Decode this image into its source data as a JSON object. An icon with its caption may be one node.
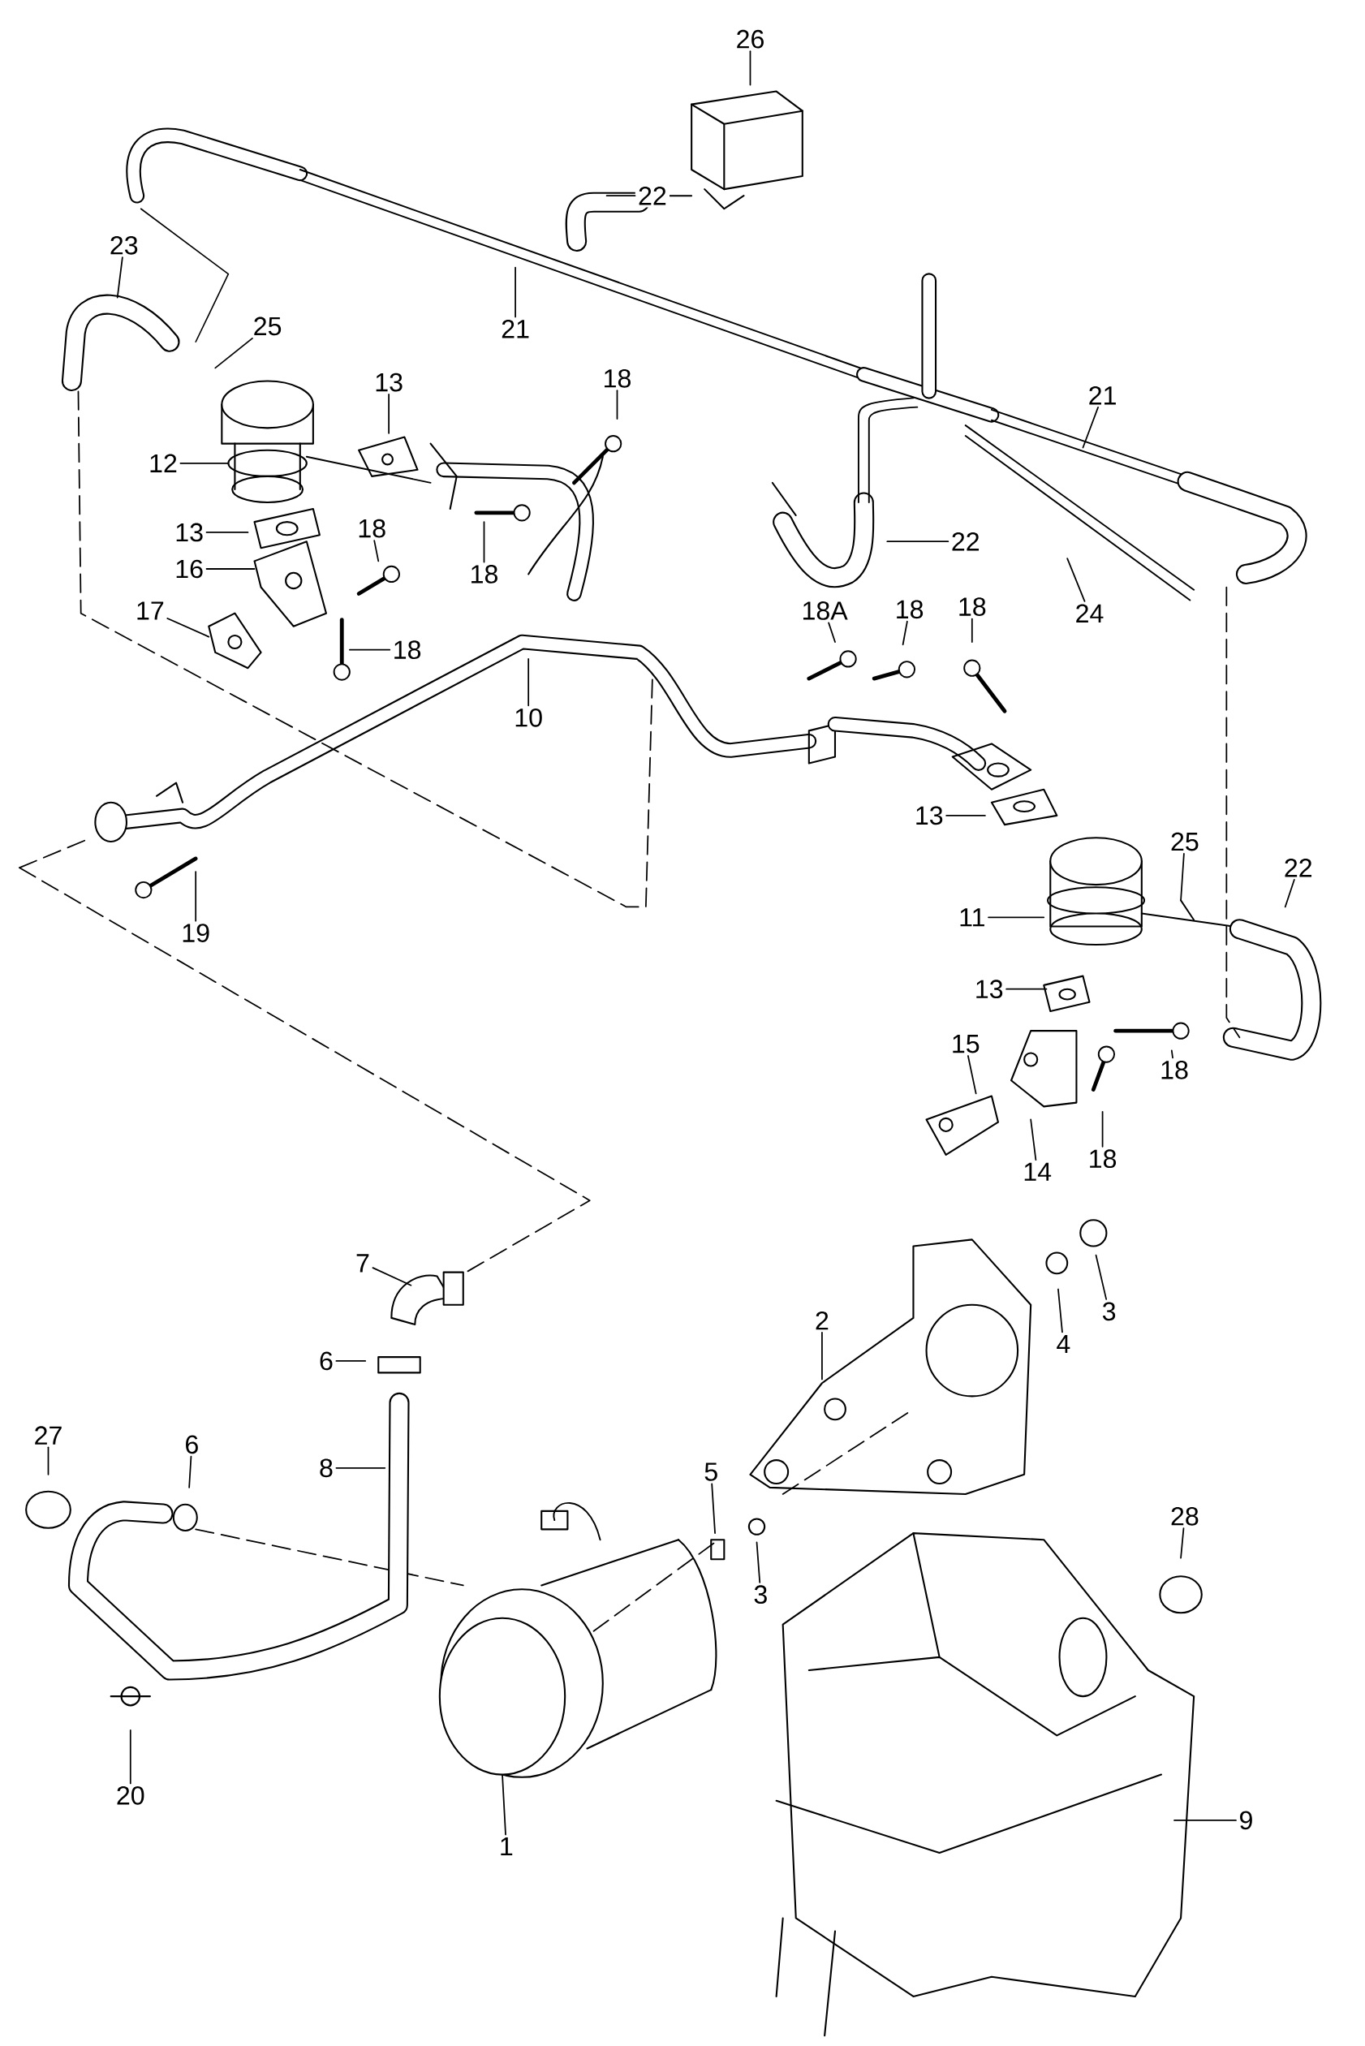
{
  "diagram": {
    "nodes": [
      {
        "text": [
          "26"
        ]
      },
      {
        "text": [
          "22"
        ]
      },
      {
        "text": [
          "23"
        ]
      },
      {
        "text": [
          "25"
        ]
      },
      {
        "text": [
          "21"
        ]
      },
      {
        "text": [
          "13"
        ]
      },
      {
        "text": [
          "18"
        ]
      },
      {
        "text": [
          "12"
        ]
      },
      {
        "text": [
          "21"
        ]
      },
      {
        "text": [
          "13"
        ]
      },
      {
        "text": [
          "18"
        ]
      },
      {
        "text": [
          "18"
        ]
      },
      {
        "text": [
          "22"
        ]
      },
      {
        "text": [
          "16"
        ]
      },
      {
        "text": [
          "24"
        ]
      },
      {
        "text": [
          "17"
        ]
      },
      {
        "text": [
          "18"
        ]
      },
      {
        "text": [
          "18A"
        ]
      },
      {
        "text": [
          "18"
        ]
      },
      {
        "text": [
          "18"
        ]
      },
      {
        "text": [
          "10"
        ]
      },
      {
        "text": [
          "13"
        ]
      },
      {
        "text": [
          "25"
        ]
      },
      {
        "text": [
          "22"
        ]
      },
      {
        "text": [
          "11"
        ]
      },
      {
        "text": [
          "19"
        ]
      },
      {
        "text": [
          "13"
        ]
      },
      {
        "text": [
          "18"
        ]
      },
      {
        "text": [
          "15"
        ]
      },
      {
        "text": [
          "14"
        ]
      },
      {
        "text": [
          "18"
        ]
      },
      {
        "text": [
          "7"
        ]
      },
      {
        "text": [
          "3"
        ]
      },
      {
        "text": [
          "4"
        ]
      },
      {
        "text": [
          "2"
        ]
      },
      {
        "text": [
          "6"
        ]
      },
      {
        "text": [
          "27"
        ]
      },
      {
        "text": [
          "6"
        ]
      },
      {
        "text": [
          "8"
        ]
      },
      {
        "text": [
          "5"
        ]
      },
      {
        "text": [
          "28"
        ]
      },
      {
        "text": [
          "3"
        ]
      },
      {
        "text": [
          "20"
        ]
      },
      {
        "text": [
          "1"
        ]
      },
      {
        "text": [
          "9"
        ]
      }
    ],
    "edges": [
      {
        "from": 0,
        "to": null,
        "arrow": "none"
      },
      {
        "from": 1,
        "to": null,
        "arrow": "none"
      },
      {
        "from": 2,
        "to": null,
        "arrow": "none"
      },
      {
        "from": 3,
        "to": null,
        "arrow": "none"
      },
      {
        "from": 4,
        "to": null,
        "arrow": "none"
      },
      {
        "from": 5,
        "to": null,
        "arrow": "none"
      },
      {
        "from": 6,
        "to": null,
        "arrow": "none"
      },
      {
        "from": 7,
        "to": null,
        "arrow": "none"
      },
      {
        "from": 8,
        "to": null,
        "arrow": "none"
      },
      {
        "from": 9,
        "to": null,
        "arrow": "none"
      },
      {
        "from": 10,
        "to": null,
        "arrow": "none"
      },
      {
        "from": 11,
        "to": null,
        "arrow": "none"
      },
      {
        "from": 12,
        "to": null,
        "arrow": "none"
      },
      {
        "from": 13,
        "to": null,
        "arrow": "none"
      },
      {
        "from": 14,
        "to": null,
        "arrow": "none"
      },
      {
        "from": 15,
        "to": null,
        "arrow": "none"
      },
      {
        "from": 16,
        "to": null,
        "arrow": "none"
      },
      {
        "from": 17,
        "to": null,
        "arrow": "none"
      },
      {
        "from": 18,
        "to": null,
        "arrow": "none"
      },
      {
        "from": 19,
        "to": null,
        "arrow": "none"
      },
      {
        "from": 20,
        "to": null,
        "arrow": "none"
      },
      {
        "from": 21,
        "to": null,
        "arrow": "none"
      },
      {
        "from": 22,
        "to": null,
        "arrow": "none"
      },
      {
        "from": 23,
        "to": null,
        "arrow": "none"
      },
      {
        "from": 24,
        "to": null,
        "arrow": "none"
      },
      {
        "from": 25,
        "to": null,
        "arrow": "none"
      },
      {
        "from": 26,
        "to": null,
        "arrow": "none"
      },
      {
        "from": 27,
        "to": null,
        "arrow": "none"
      },
      {
        "from": 28,
        "to": null,
        "arrow": "none"
      },
      {
        "from": 29,
        "to": null,
        "arrow": "none"
      },
      {
        "from": 30,
        "to": null,
        "arrow": "none"
      },
      {
        "from": 31,
        "to": null,
        "arrow": "none"
      },
      {
        "from": 32,
        "to": null,
        "arrow": "none"
      },
      {
        "from": 33,
        "to": null,
        "arrow": "none"
      },
      {
        "from": 34,
        "to": null,
        "arrow": "none"
      },
      {
        "from": 35,
        "to": null,
        "arrow": "none"
      },
      {
        "from": 36,
        "to": null,
        "arrow": "none"
      },
      {
        "from": 37,
        "to": null,
        "arrow": "none"
      },
      {
        "from": 38,
        "to": null,
        "arrow": "none"
      },
      {
        "from": 39,
        "to": null,
        "arrow": "none"
      },
      {
        "from": 40,
        "to": null,
        "arrow": "none"
      },
      {
        "from": 41,
        "to": null,
        "arrow": "none"
      },
      {
        "from": 42,
        "to": null,
        "arrow": "none"
      },
      {
        "from": 43,
        "to": null,
        "arrow": "none"
      },
      {
        "from": 44,
        "to": null,
        "arrow": "none"
      }
    ]
  }
}
